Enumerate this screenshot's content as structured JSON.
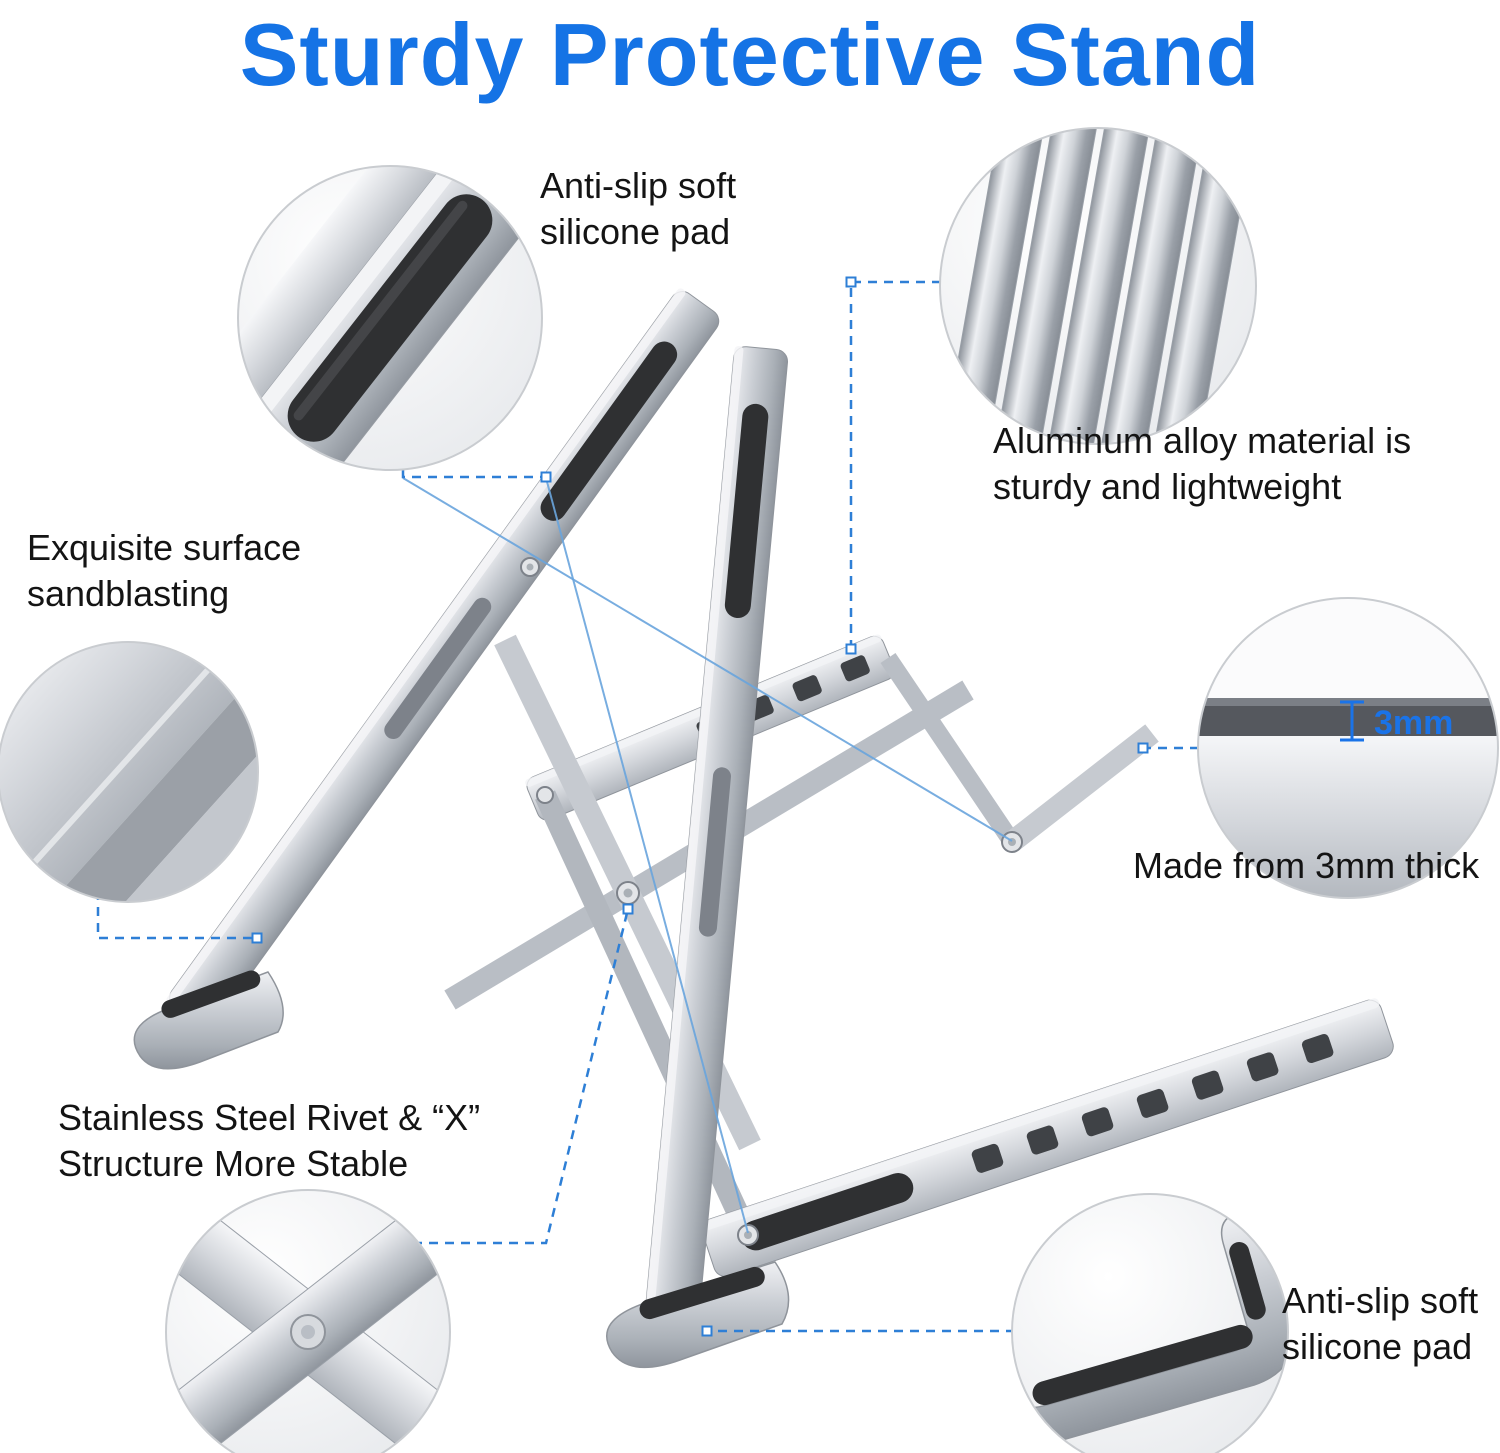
{
  "page": {
    "title": "Sturdy Protective Stand",
    "background": "#ffffff"
  },
  "colors": {
    "title_blue": "#1573e5",
    "leader_blue": "#2e7fd6",
    "measure_blue": "#1a73e8",
    "text_dark": "#141414",
    "metal_silver": "#c9cdd3",
    "silicone_pad_black": "#2f3032"
  },
  "labels": {
    "pad_top": {
      "line1": "Anti-slip soft",
      "line2": "silicone pad"
    },
    "aluminum": {
      "line1": "Aluminum alloy material is",
      "line2": "sturdy and lightweight"
    },
    "sandblast": {
      "line1": "Exquisite surface",
      "line2": "sandblasting"
    },
    "thickness": {
      "measure": "3mm",
      "text": "Made from 3mm thick"
    },
    "rivet": {
      "line1": "Stainless Steel Rivet & “X”",
      "line2": "Structure More Stable"
    },
    "pad_bottom": {
      "line1": "Anti-slip soft",
      "line2": "silicone pad"
    }
  }
}
